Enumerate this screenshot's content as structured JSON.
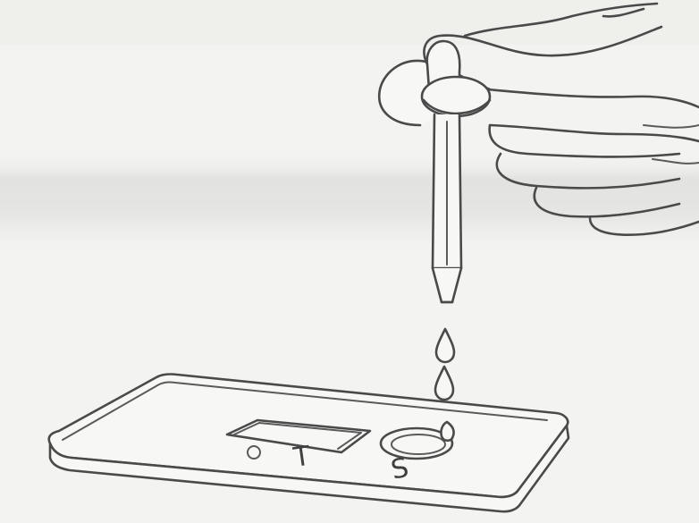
{
  "illustration": {
    "cassette": {
      "window_marking": "T",
      "sample_well_marking": "S"
    },
    "dropper": {
      "drops_count": 2
    }
  }
}
